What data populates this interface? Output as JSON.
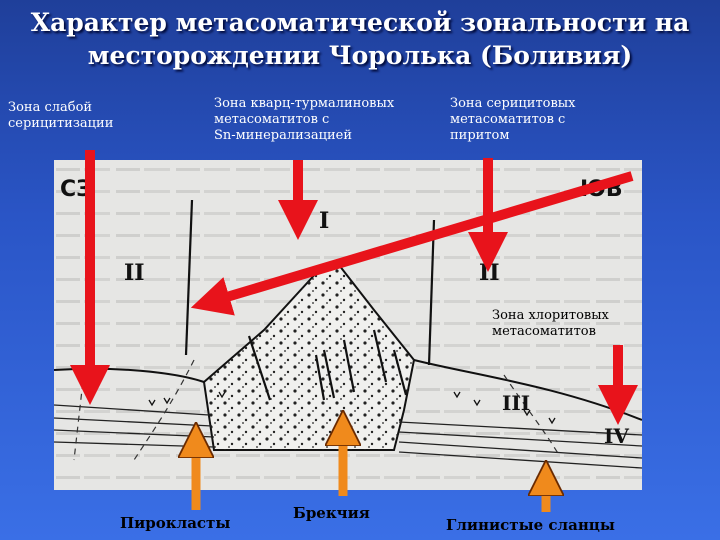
{
  "title": {
    "line1": "Характер метасоматической зональности на",
    "line2": "месторождении Чоролька (Боливия)"
  },
  "labels": {
    "weak_sericite": [
      "Зона слабой",
      "серицитизации"
    ],
    "quartz_tourmaline": [
      "Зона кварц-турмалиновых",
      "метасоматитов с",
      "Sn-минерализацией"
    ],
    "sericite": [
      "Зона серицитовых",
      "метасоматитов с",
      "пиритом"
    ],
    "chlorite": [
      "Зона хлоритовых",
      "метасоматитов"
    ]
  },
  "bottom_labels": {
    "pyroclasts": "Пирокласты",
    "breccia": "Брекчия",
    "clay_shale": "Глинистые сланцы"
  },
  "diagram": {
    "nw": "СЗ",
    "se": "ЮВ",
    "zone_I": "I",
    "zone_II_left": "II",
    "zone_II_right": "II",
    "zone_III": "III",
    "zone_IV": "IV"
  },
  "colors": {
    "background": "#2a55c6",
    "red_arrow": "#e8131b",
    "orange_arrow": "#f08a1c",
    "panel": "#e4e4e2"
  }
}
